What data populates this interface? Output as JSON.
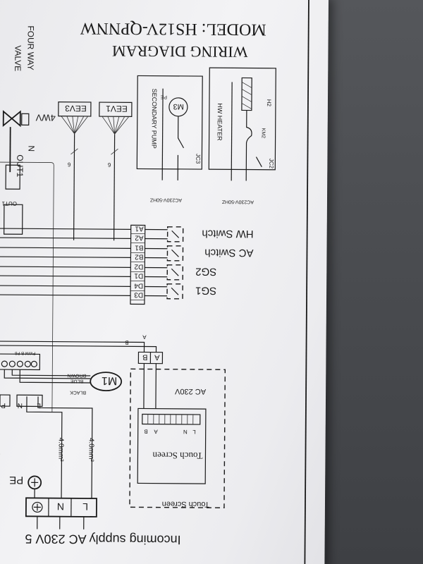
{
  "diagram": {
    "model": "MODEL:  HS12V-QPNNW",
    "title": "WIRING DIAGRAM",
    "four_way_valve": [
      "FOUR WAY",
      "VALVE"
    ],
    "four_way_label": "4WV",
    "eev3": "EEV3",
    "eev1": "EEV1",
    "m3": "M3",
    "pe_small": "PE",
    "secondary_pump": "SECONDARY PUMP",
    "jc3": "JC3",
    "hw_heater": "HW HEATER",
    "h2": "H2",
    "km2": "KM2",
    "jc2": "JC2",
    "ac_left": "AC230V-50HZ",
    "ac_right": "AC230V-50HZ",
    "out1": "OUT1",
    "out1_small": "OUT1",
    "n_letter": "N",
    "terminals": [
      "A1",
      "A2",
      "B1",
      "B2",
      "D2",
      "D1",
      "D4",
      "D3"
    ],
    "switches": [
      "HW Switch",
      "AC Switch",
      "SG2",
      "SG1"
    ],
    "ab": [
      "A",
      "B"
    ],
    "wire_ab": [
      "A",
      "B"
    ],
    "m1": "M1",
    "motor_wires": [
      "BROWN",
      "BLUE",
      "BLACK"
    ],
    "pwm": "PWM B P8",
    "ac_230v": "AC 230V",
    "touch_pins": [
      "L",
      "N",
      "A",
      "B"
    ],
    "touch_screen_inner": "Touch Screen",
    "touch_screen_outer": "Touch Screen",
    "wire_size_1": "4.0mm²",
    "wire_size_2": "4.0mm²",
    "pe": "PE",
    "supply_terminals": [
      "L",
      "N"
    ],
    "ln_small": [
      "L",
      "N"
    ],
    "p_small": "P",
    "incoming": "Incoming supply AC 230V 5",
    "wire_count": "6"
  }
}
